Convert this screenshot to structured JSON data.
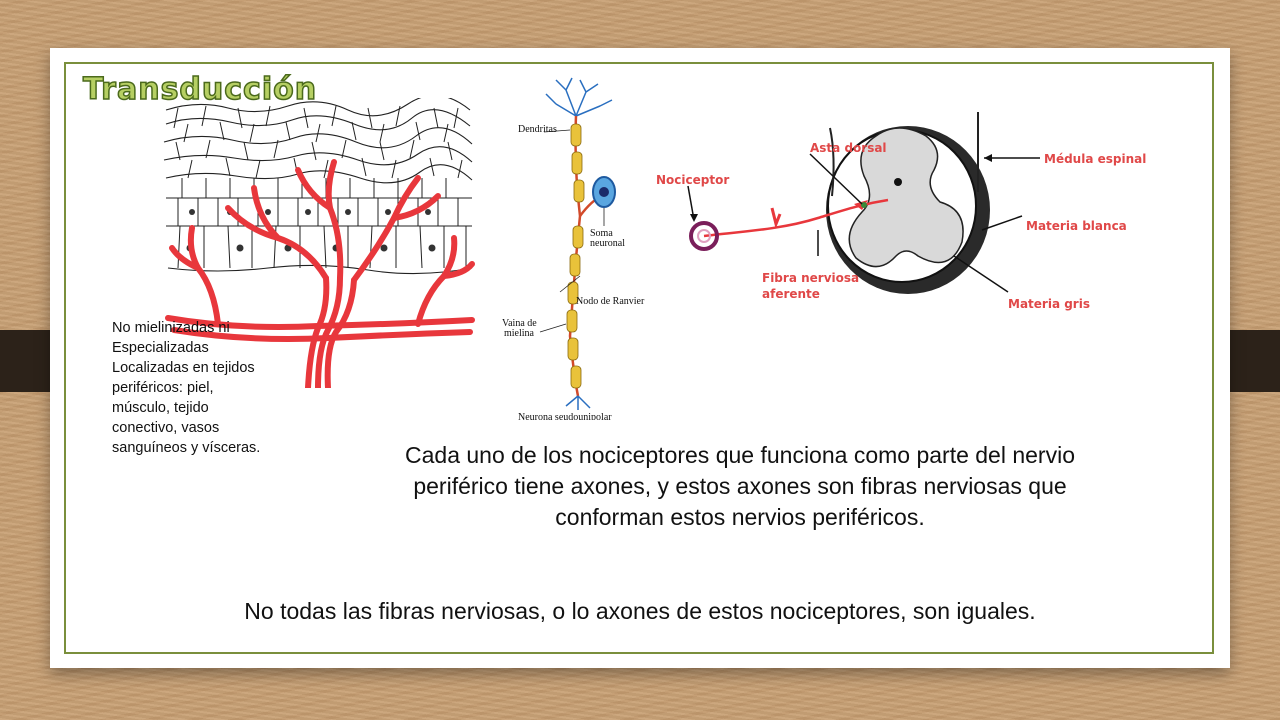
{
  "slide": {
    "title": "Transducción",
    "side_note": [
      "No mielinizadas ni",
      "Especializadas",
      "Localizadas en tejidos",
      "periféricos: piel,",
      "músculo, tejido",
      "conectivo, vasos",
      "sanguíneos y vísceras."
    ],
    "main_text": "Cada uno de los nociceptores que funciona como parte del nervio periférico tiene axones, y estos axones son fibras nerviosas que conforman estos nervios periféricos.",
    "bottom_text": "No todas las fibras nerviosas, o lo axones de estos nociceptores, son iguales."
  },
  "neuron_figure": {
    "labels": {
      "dendrites": "Dendritas",
      "soma_1": "Soma",
      "soma_2": "neuronal",
      "node": "Nodo de Ranvier",
      "myelin_1": "Vaina de",
      "myelin_2": "mielina",
      "caption": "Neurona seudounipolar"
    }
  },
  "spinal_figure": {
    "labels": {
      "dorsal_horn": "Asta dorsal",
      "spinal_cord": "Médula espinal",
      "nociceptor": "Nociceptor",
      "white_matter": "Materia blanca",
      "afferent_1": "Fibra nerviosa",
      "afferent_2": "aferente",
      "gray_matter": "Materia gris"
    }
  },
  "colors": {
    "frame": "#7a8f3c",
    "title_fill": "#b6cf63",
    "nerve_red": "#e8373c",
    "label_red": "#e04848",
    "myelin": "#e9c23a",
    "background": "#c79f73"
  }
}
